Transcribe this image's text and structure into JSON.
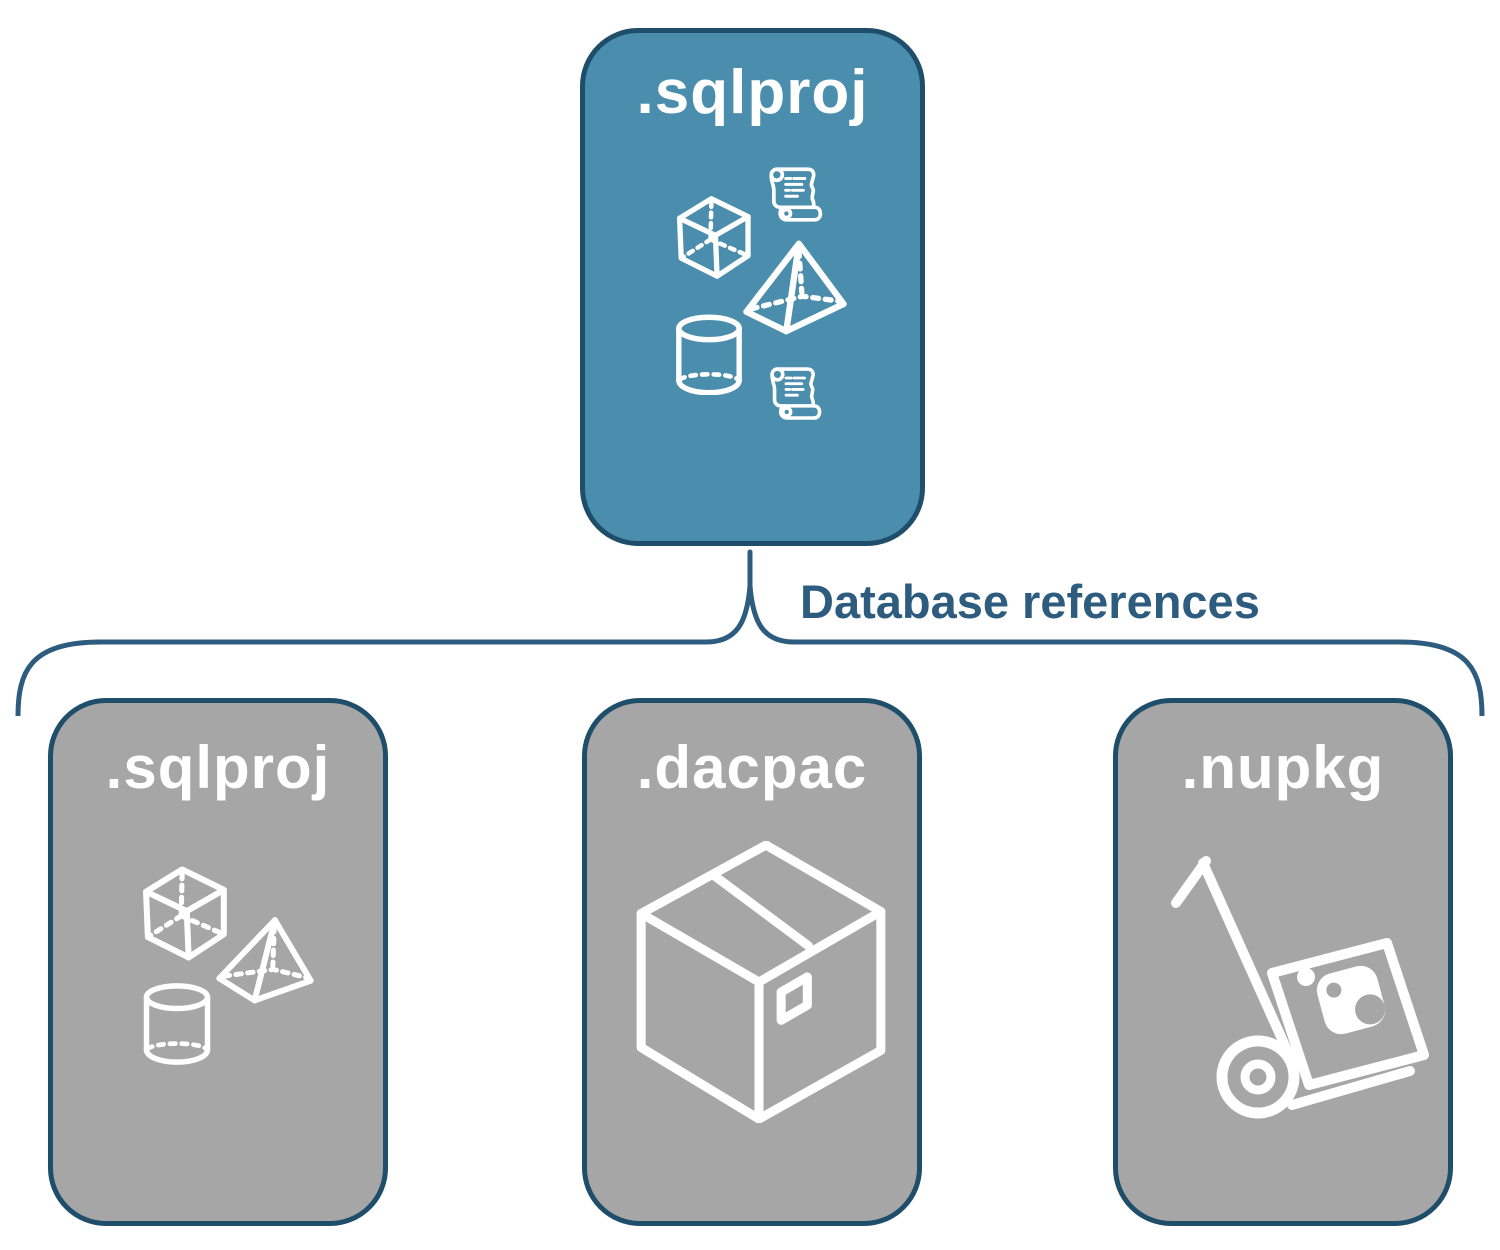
{
  "diagram": {
    "top_node": {
      "label": ".sqlproj",
      "fill_color": "#4A8DAC",
      "border_color": "#1F4E6B",
      "icons": [
        "cube-icon",
        "script-scroll-icon",
        "pyramid-icon",
        "database-cylinder-icon",
        "script-scroll-icon"
      ]
    },
    "connector": {
      "label": "Database references",
      "line_color": "#2D5C7F"
    },
    "child_nodes": [
      {
        "id": "sqlproj",
        "label": ".sqlproj",
        "fill_color": "#A6A6A6",
        "icons": [
          "cube-icon",
          "pyramid-icon",
          "database-cylinder-icon"
        ]
      },
      {
        "id": "dacpac",
        "label": ".dacpac",
        "fill_color": "#A6A6A6",
        "icons": [
          "package-box-icon"
        ]
      },
      {
        "id": "nupkg",
        "label": ".nupkg",
        "fill_color": "#A6A6A6",
        "icons": [
          "nuget-hand-truck-icon"
        ]
      }
    ],
    "colors": {
      "background": "#FFFFFF",
      "icon": "#FFFFFF",
      "label_text": "#FFFFFF"
    }
  }
}
